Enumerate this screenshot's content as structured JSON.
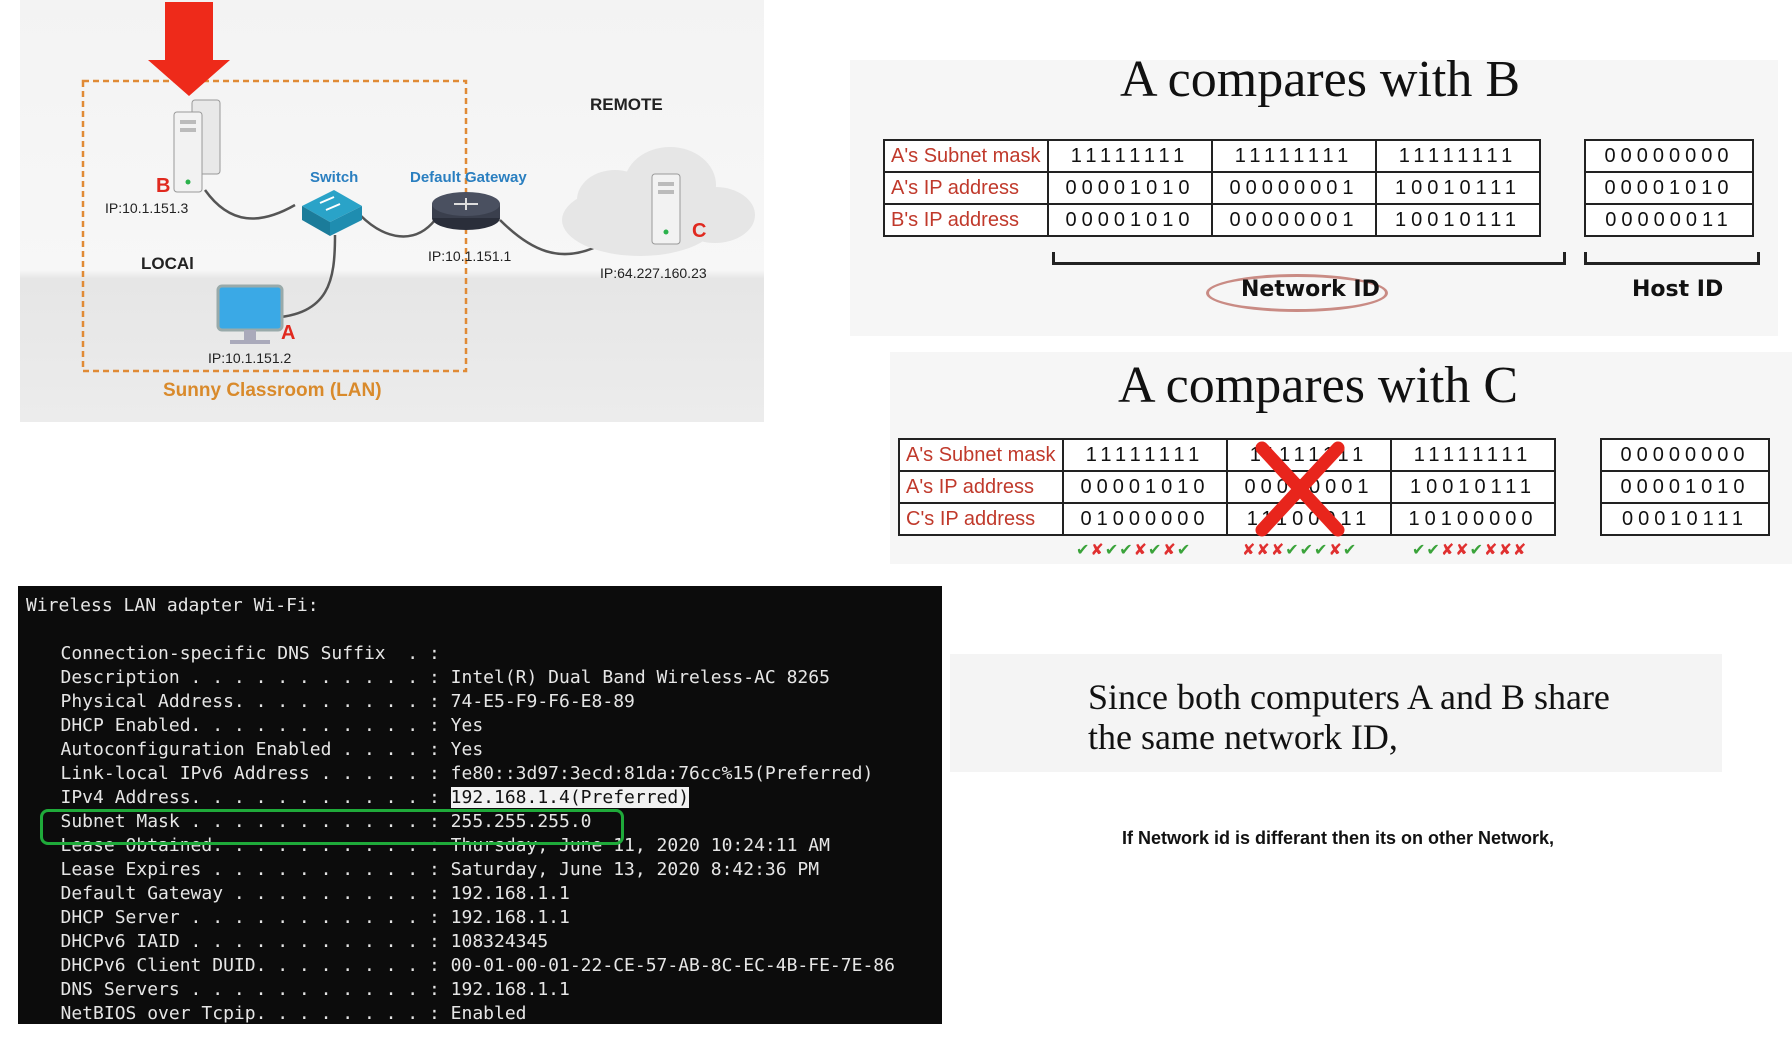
{
  "diagram": {
    "local_label": "LOCAl",
    "remote_label": "REMOTE",
    "switch_label": "Switch",
    "gateway_label": "Default Gateway",
    "caption": "Sunny Classroom (LAN)",
    "computer_b": {
      "letter": "B",
      "ip": "IP:10.1.151.3"
    },
    "computer_a": {
      "letter": "A",
      "ip": "IP:10.1.151.2"
    },
    "computer_c": {
      "letter": "C",
      "ip": "IP:64.227.160.23"
    },
    "gateway_ip": "IP:10.1.151.1",
    "colors": {
      "accent_red": "#e0291f",
      "accent_blue": "#2a7fc0",
      "dashed_orange": "#e08a35"
    }
  },
  "compare_ab": {
    "title": "A compares with B",
    "rows": [
      {
        "label": "A's Subnet mask",
        "octets": [
          "11111111",
          "11111111",
          "11111111"
        ],
        "host": "00000000"
      },
      {
        "label": "A's IP address",
        "octets": [
          "00001010",
          "00000001",
          "10010111"
        ],
        "host": "00001010"
      },
      {
        "label": "B's IP address",
        "octets": [
          "00001010",
          "00000001",
          "10010111"
        ],
        "host": "00000011"
      }
    ],
    "network_id_label": "Network ID",
    "host_id_label": "Host ID"
  },
  "compare_ac": {
    "title": "A compares with C",
    "rows": [
      {
        "label": "A's Subnet mask",
        "octets": [
          "11111111",
          "11111111",
          "11111111"
        ],
        "host": "00000000"
      },
      {
        "label": "A's IP address",
        "octets": [
          "00001010",
          "00000001",
          "10010111"
        ],
        "host": "00001010"
      },
      {
        "label": "C's IP address",
        "octets": [
          "01000000",
          "11100011",
          "10100000"
        ],
        "host": "00010111"
      }
    ],
    "check_marks": [
      "✔✘✔✔✘✔✘✔",
      "✘✘✘✔✔✔✘✔",
      "✔✔✘✘✔✘✘✘"
    ]
  },
  "terminal": {
    "header": "Wireless LAN adapter Wi-Fi:",
    "lines": [
      "   Connection-specific DNS Suffix  . :",
      "   Description . . . . . . . . . . . : Intel(R) Dual Band Wireless-AC 8265",
      "   Physical Address. . . . . . . . . : 74-E5-F9-F6-E8-89",
      "   DHCP Enabled. . . . . . . . . . . : Yes",
      "   Autoconfiguration Enabled . . . . : Yes",
      "   Link-local IPv6 Address . . . . . : fe80::3d97:3ecd:81da:76cc%15(Preferred)",
      "   IPv4 Address. . . . . . . . . . . : ",
      "   Subnet Mask . . . . . . . . . . . : 255.255.255.0",
      "   Lease Obtained. . . . . . . . . . : Thursday, June 11, 2020 10:24:11 AM",
      "   Lease Expires . . . . . . . . . . : Saturday, June 13, 2020 8:42:36 PM",
      "   Default Gateway . . . . . . . . . : 192.168.1.1",
      "   DHCP Server . . . . . . . . . . . : 192.168.1.1",
      "   DHCPv6 IAID . . . . . . . . . . . : 108324345",
      "   DHCPv6 Client DUID. . . . . . . . : 00-01-00-01-22-CE-57-AB-8C-EC-4B-FE-7E-86",
      "   DNS Servers . . . . . . . . . . . : 192.168.1.1",
      "   NetBIOS over Tcpip. . . . . . . . : Enabled"
    ],
    "ipv4_value": "192.168.1.4(Preferred)",
    "highlight_color": "#1faa3a"
  },
  "notes": {
    "line1": "Since both computers A and B share",
    "line2": "the same network ID,",
    "footnote": "If Network id is differant then its on other Network,"
  }
}
